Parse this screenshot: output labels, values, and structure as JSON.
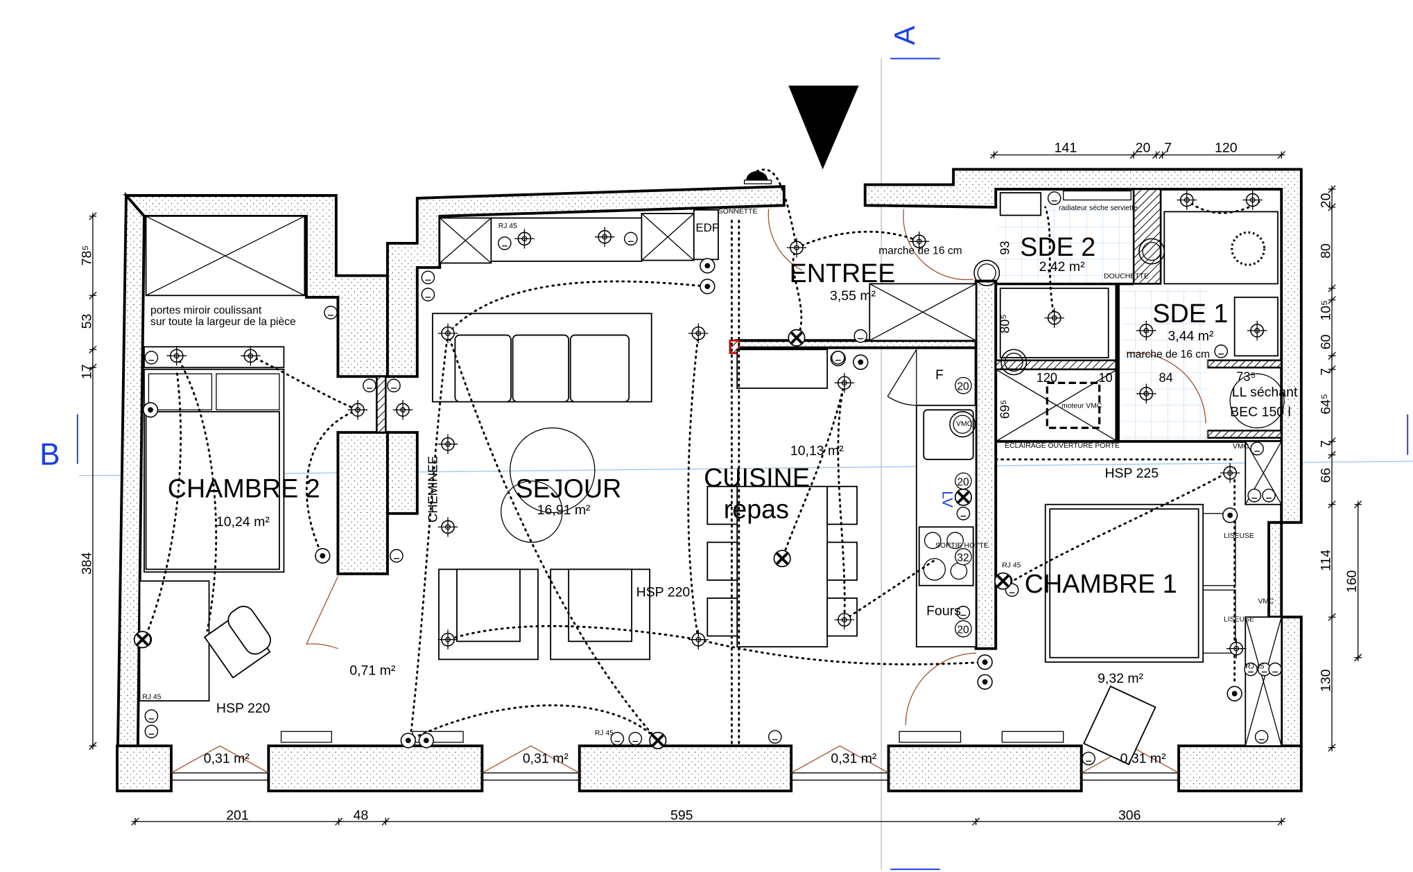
{
  "section_markers": {
    "a": "A",
    "b": "B",
    "color": "#1a3ee8"
  },
  "rooms": [
    {
      "name": "CHAMBRE 2",
      "area": "10,24 m²"
    },
    {
      "name": "SEJOUR",
      "area": "16,91 m²"
    },
    {
      "name": "CUISINE",
      "name2": "repas",
      "area": "10,13 m²"
    },
    {
      "name": "ENTREE",
      "area": "3,55 m²"
    },
    {
      "name": "SDE 2",
      "area": "2,42 m²"
    },
    {
      "name": "SDE 1",
      "area": "3,44 m²"
    },
    {
      "name": "CHAMBRE 1",
      "area": "9,32 m²"
    }
  ],
  "small_areas": [
    "0,71 m²",
    "0,31 m²",
    "0,31 m²",
    "0,31 m²",
    "0,31 m²"
  ],
  "ceiling_heights": [
    "HSP 220",
    "HSP 220",
    "HSP 225"
  ],
  "notes": {
    "mirror_doors_1": "portes miroir coulissant",
    "mirror_doors_2": "sur toute la largeur de la pièce",
    "fireplace": "CHEMINEE",
    "step_1": "marche de 16 cm",
    "step_2": "marche de 16 cm",
    "towel_radiator": "radiateur sèche serviette",
    "hand_shower": "DOUCHETTE",
    "dryer_1": "LL séchant",
    "dryer_2": "BEC 150 l",
    "dryer_dim": "73⁵",
    "vmc_motor": "moteur VMC",
    "door_light": "ECLAIRAGE OUVERTURE PORTE",
    "fridge": "F",
    "oven": "Fours",
    "hood": "SORTIE HOTTE",
    "dishwasher": "LV",
    "edf": "EDF",
    "doorbell": "SONNETTE",
    "reading_light_1": "LISEUSE",
    "reading_light_2": "LISEUSE",
    "vmc": "VMC",
    "rj45": "RJ 45",
    "circuit_20": "20",
    "circuit_32": "32",
    "inner_dims": [
      "120",
      "10",
      "84",
      "93",
      "80⁵",
      "69⁵"
    ]
  },
  "dimensions": {
    "bottom": [
      "201",
      "48",
      "595",
      "306"
    ],
    "top": [
      "141",
      "20",
      "7",
      "120"
    ],
    "left": [
      "78⁵",
      "53",
      "17",
      "384"
    ],
    "right": [
      "20",
      "80",
      "10⁵",
      "60",
      "7",
      "64⁵",
      "7",
      "66",
      "114",
      "130"
    ],
    "right_outer": "160"
  }
}
